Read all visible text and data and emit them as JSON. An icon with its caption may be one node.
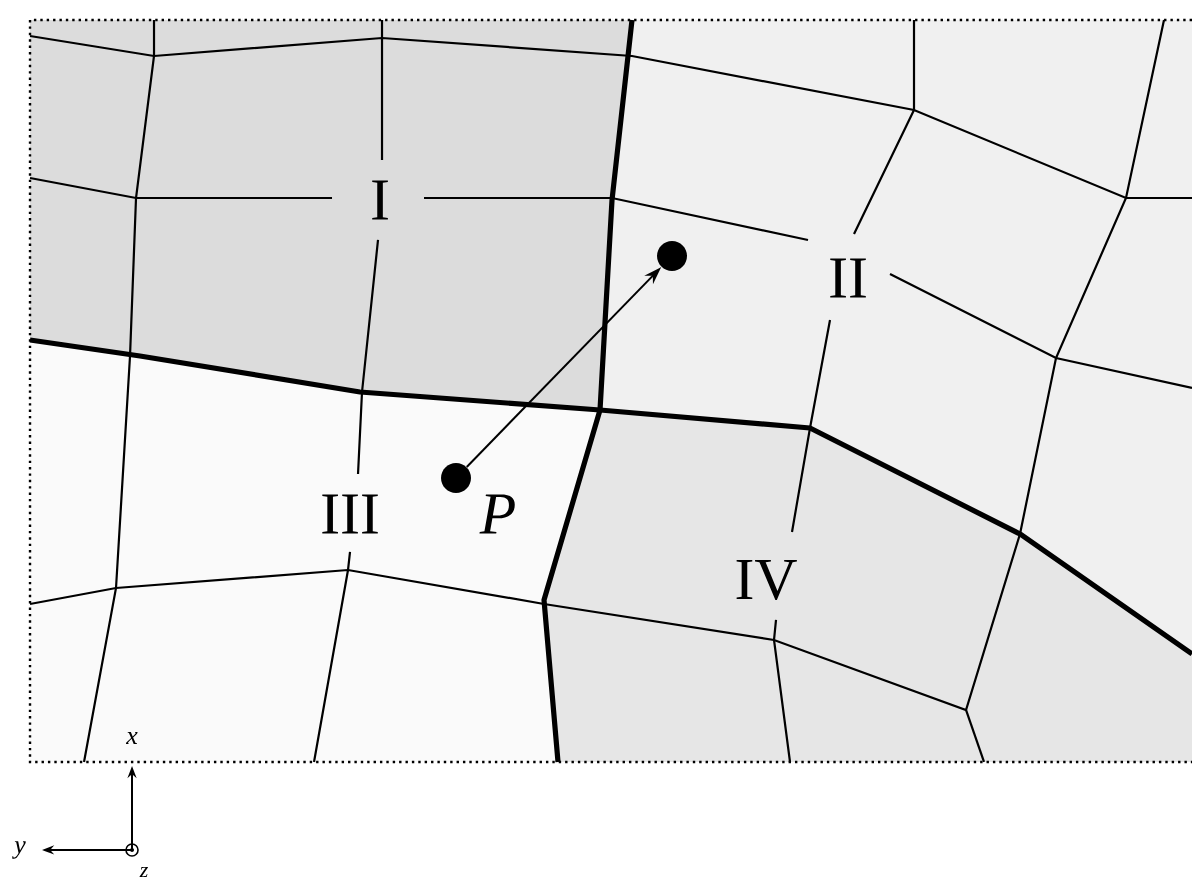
{
  "diagram": {
    "nodes": [
      {
        "text": [],
        "shape": "circle",
        "beside": [
          "P"
        ]
      },
      {
        "text": [],
        "shape": "circle"
      }
    ],
    "edges": [
      {
        "from": 0,
        "to": 1,
        "arrow": "to"
      }
    ],
    "labels": [
      "I",
      "II",
      "III",
      "IV",
      "x",
      "y",
      "z"
    ]
  }
}
